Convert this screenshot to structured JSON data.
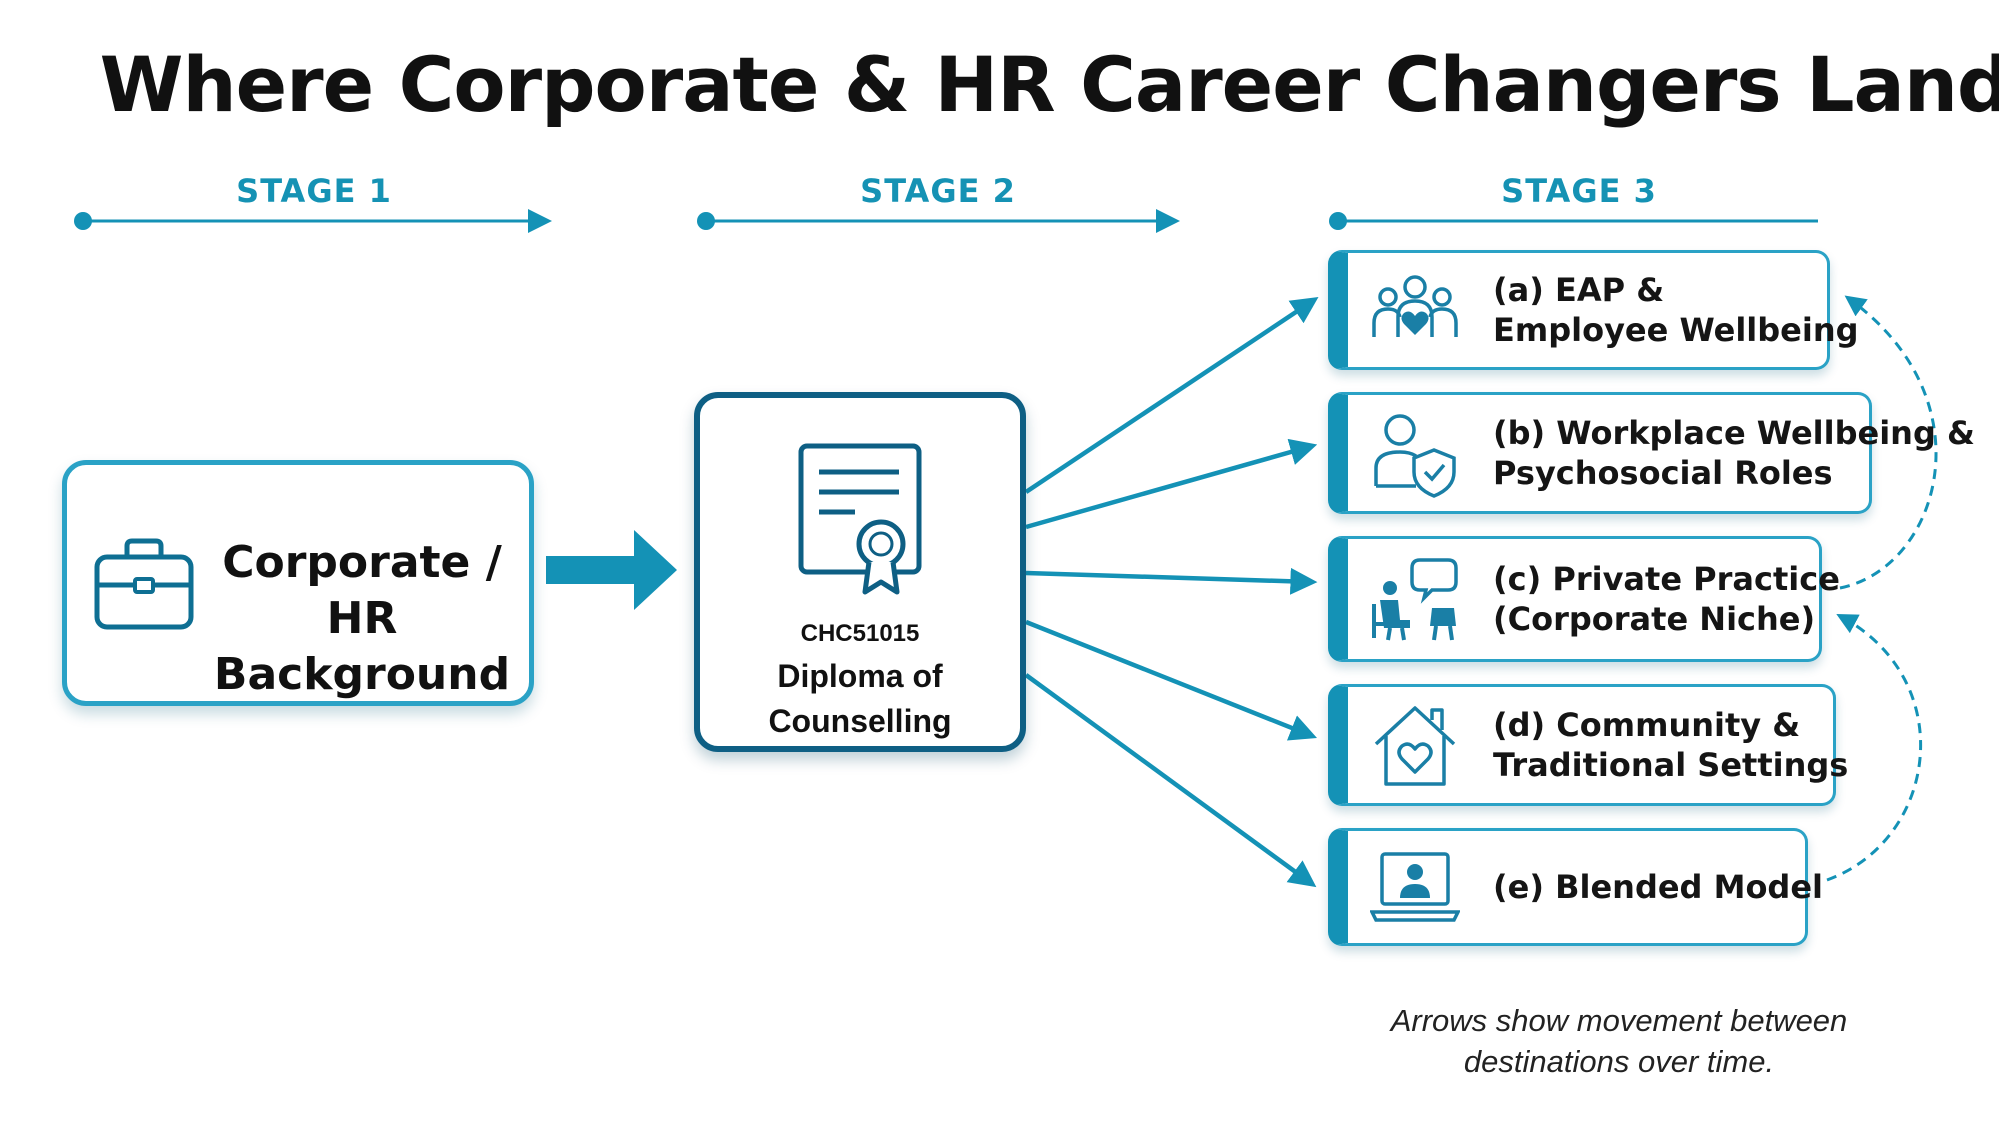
{
  "title": "Where Corporate & HR Career Changers Land",
  "stages": [
    "STAGE 1",
    "STAGE 2",
    "STAGE 3"
  ],
  "start": {
    "line1": "Corporate /",
    "line2": "HR Background",
    "icon": "briefcase-icon"
  },
  "hub": {
    "code": "CHC51015",
    "line1": "Diploma of",
    "line2": "Counselling",
    "icon": "certificate-icon"
  },
  "destinations": [
    {
      "key": "a",
      "line1": "(a) EAP &",
      "line2": "Employee Wellbeing",
      "icon": "people-heart-icon"
    },
    {
      "key": "b",
      "line1": "(b) Workplace Wellbeing &",
      "line2": "Psychosocial Roles",
      "icon": "person-shield-icon"
    },
    {
      "key": "c",
      "line1": "(c) Private Practice",
      "line2": "(Corporate Niche)",
      "icon": "counselling-session-icon"
    },
    {
      "key": "d",
      "line1": "(d) Community &",
      "line2": "Traditional Settings",
      "icon": "house-heart-icon"
    },
    {
      "key": "e",
      "line1": "(e) Blended Model",
      "line2": "",
      "icon": "laptop-person-icon"
    }
  ],
  "footnote": {
    "line1": "Arrows show movement between",
    "line2": "destinations over time."
  },
  "colors": {
    "accent": "#1492b6",
    "border": "#2aa2c6",
    "hub_border": "#0e5f84",
    "title": "#111111"
  }
}
